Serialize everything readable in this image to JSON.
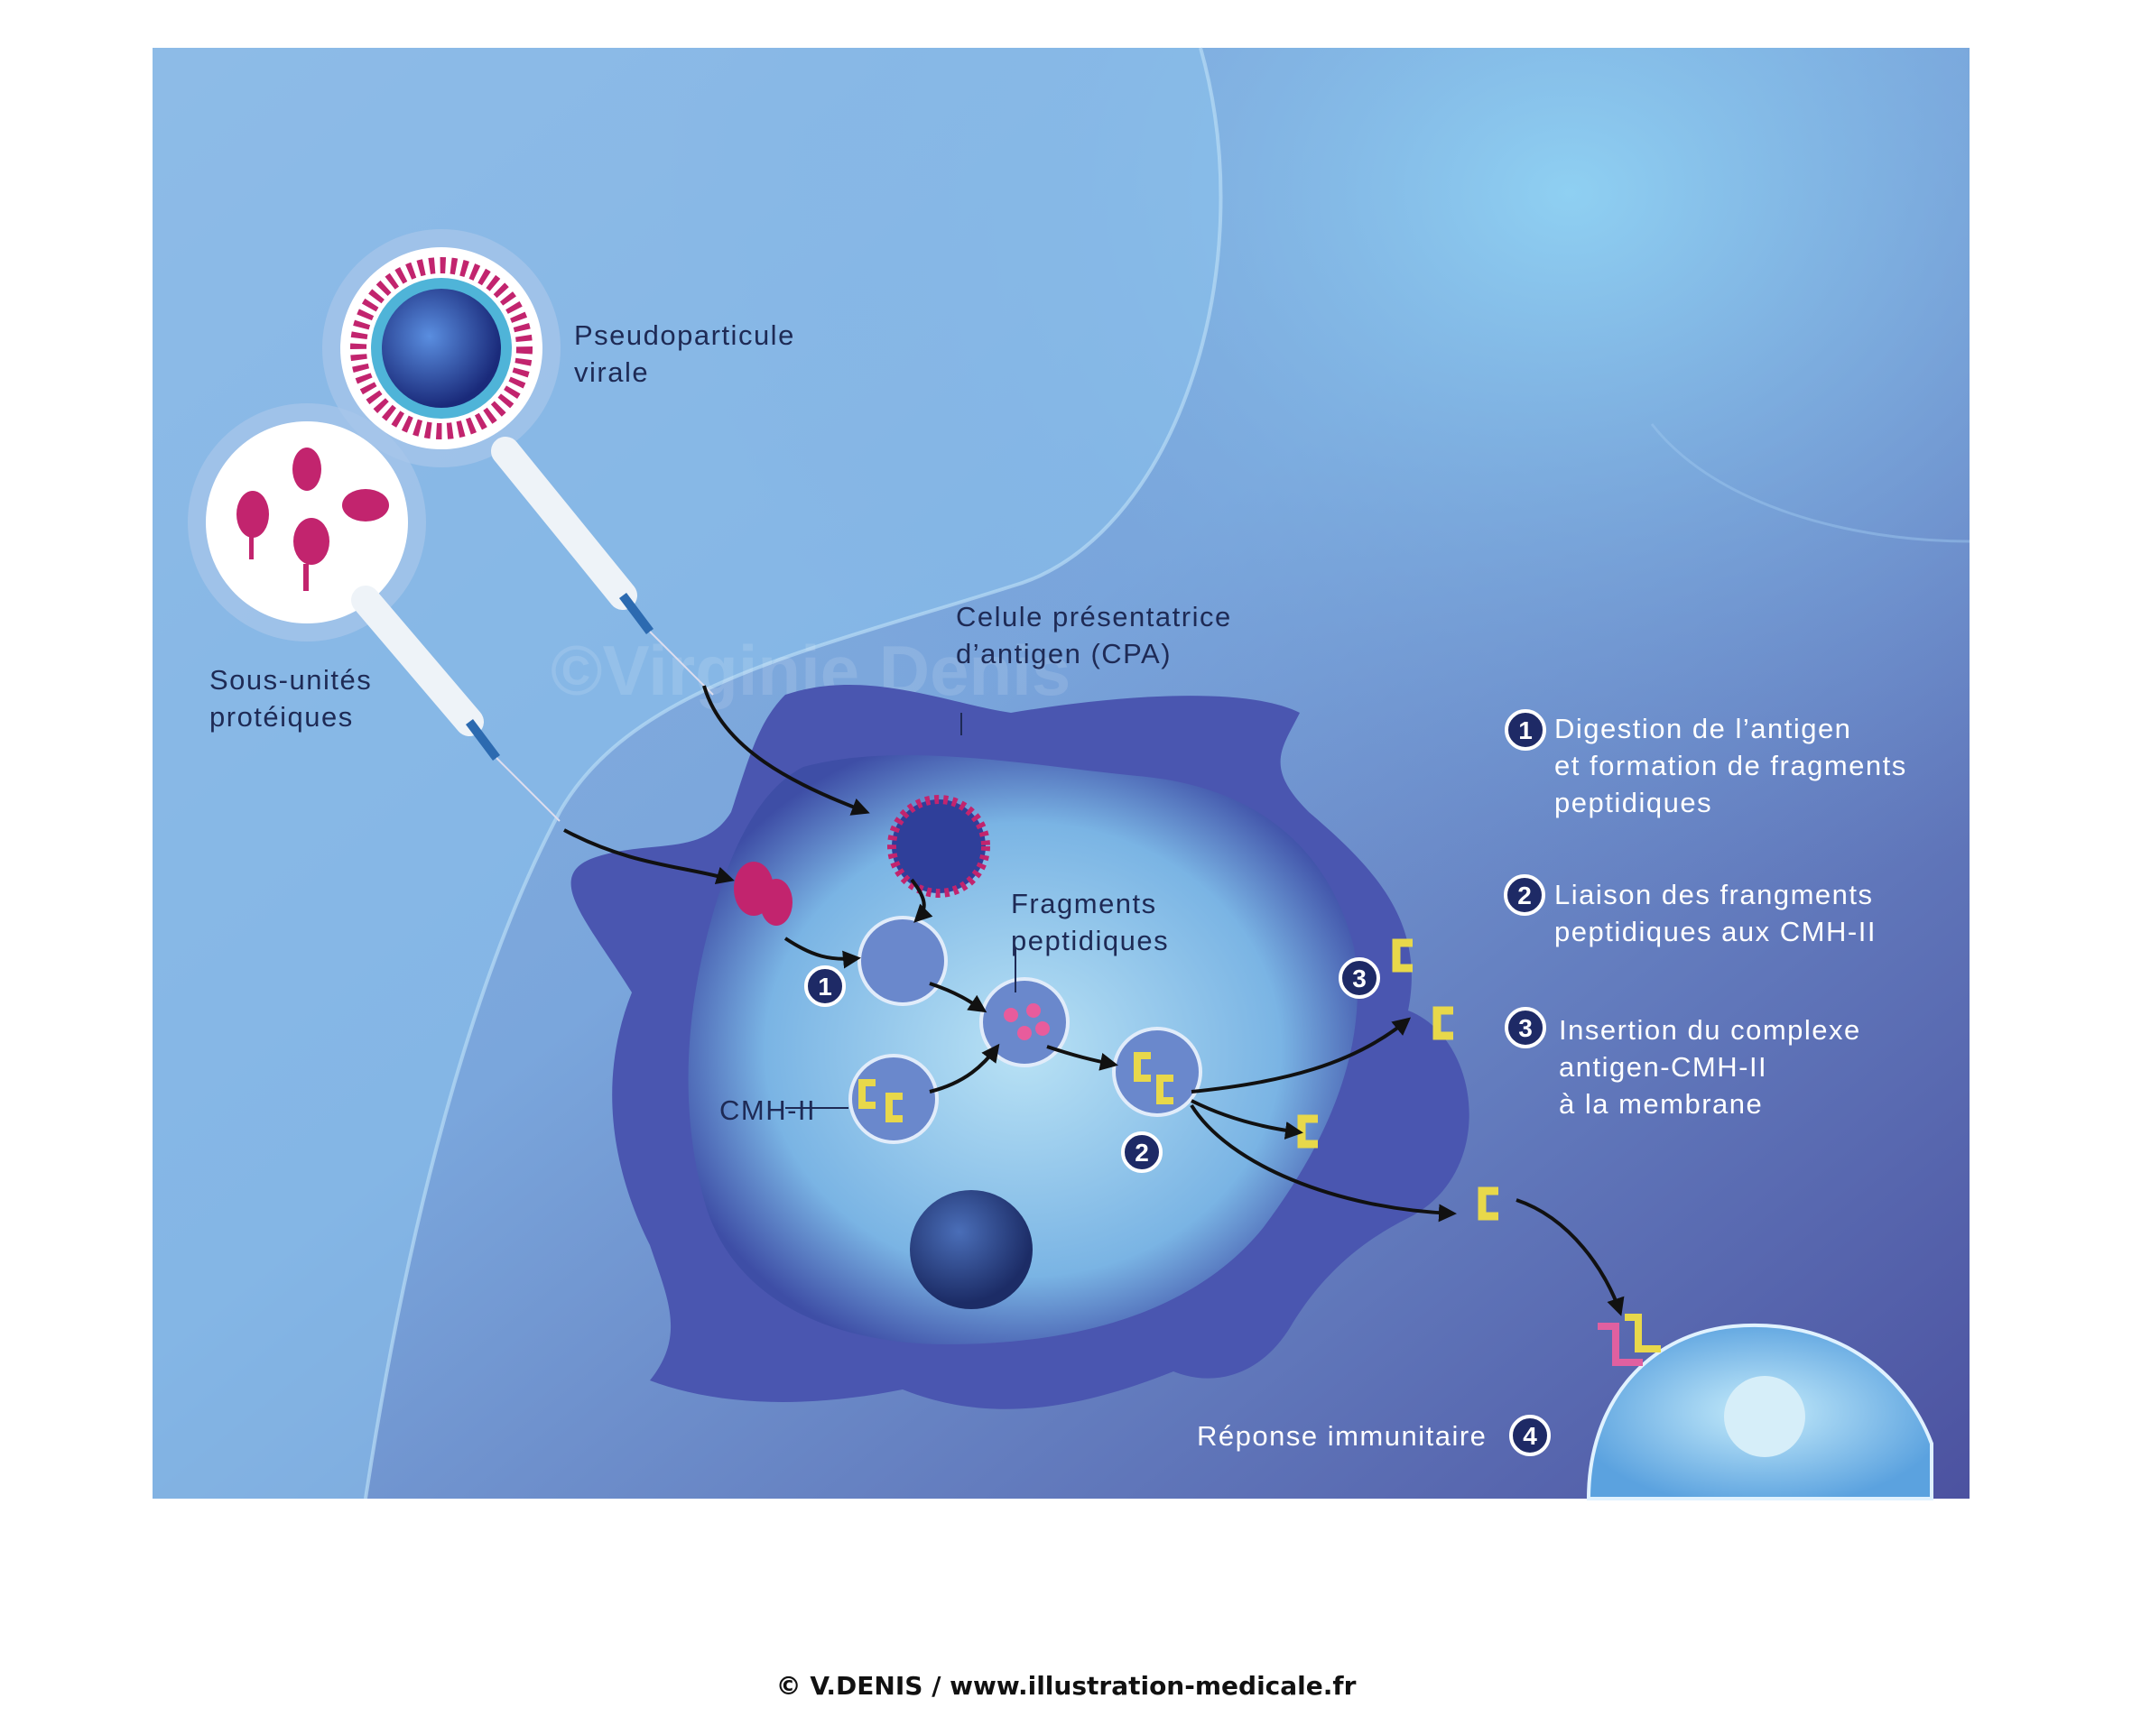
{
  "labels": {
    "vlp": [
      "Pseudoparticule",
      "virale"
    ],
    "subunits": [
      "Sous-unités",
      "protéiques"
    ],
    "apc": [
      "Celule présentatrice",
      "d’antigen (CPA)"
    ],
    "fragments": [
      "Fragments",
      "peptidiques"
    ],
    "mhc": "CMH-II",
    "immune_response": "Réponse immunitaire"
  },
  "legend": [
    {
      "number": "1",
      "lines": [
        "Digestion de l’antigen",
        "et formation de fragments",
        "peptidiques"
      ]
    },
    {
      "number": "2",
      "lines": [
        "Liaison des frangments",
        "peptidiques aux CMH-II"
      ]
    },
    {
      "number": "3",
      "lines": [
        "Insertion du complexe",
        "antigen-CMH-II",
        "à la membrane"
      ]
    },
    {
      "number": "4"
    }
  ],
  "watermark": "©Virginie Denis",
  "footer": "© V.DENIS / www.illustration-medicale.fr",
  "colors": {
    "bg_light": "#8fbbe6",
    "bg_dark": "#4e56a2",
    "antigen": "#c2246e",
    "mhc": "#e8d84a",
    "cell": "#5a78c8"
  }
}
